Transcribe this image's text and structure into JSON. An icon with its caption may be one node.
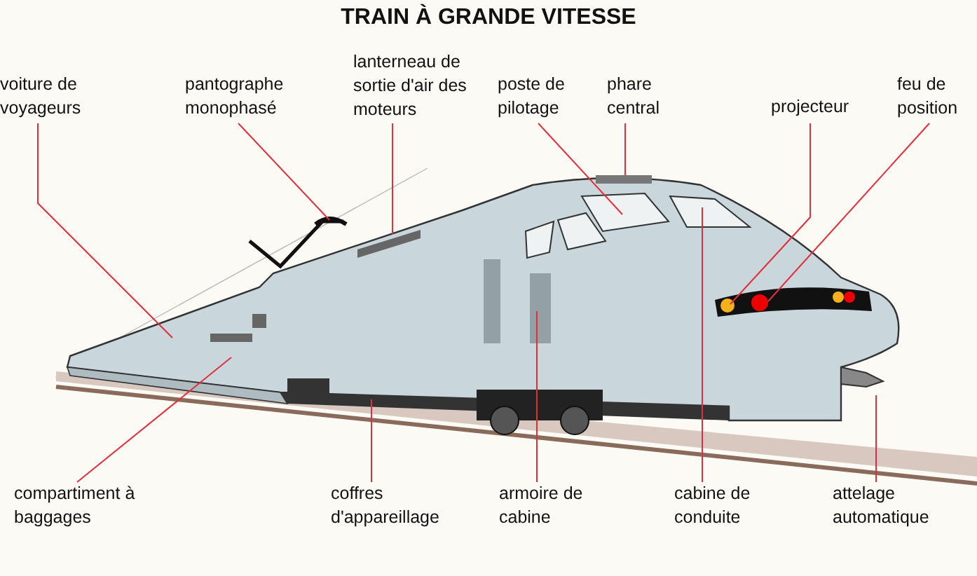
{
  "diagram": {
    "title": "TRAIN À GRANDE VITESSE",
    "nodes": [
      {
        "text": [
          "voiture de voyageurs"
        ]
      },
      {
        "text": [
          "pantographe monophasé"
        ]
      },
      {
        "text": [
          "lanterneau de sortie d'air des moteurs"
        ]
      },
      {
        "text": [
          "poste de pilotage"
        ]
      },
      {
        "text": [
          "phare central"
        ]
      },
      {
        "text": [
          "projecteur"
        ]
      },
      {
        "text": [
          "feu de position"
        ]
      },
      {
        "text": [
          "compartiment à baggages"
        ]
      },
      {
        "text": [
          "coffres d'appareillage"
        ]
      },
      {
        "text": [
          "armoire de cabine"
        ]
      },
      {
        "text": [
          "cabine de conduite"
        ]
      },
      {
        "text": [
          "attelage automatique"
        ]
      }
    ],
    "edges": [
      {
        "from": 0,
        "to": null,
        "arrow": "none"
      },
      {
        "from": 1,
        "to": null,
        "arrow": "none"
      },
      {
        "from": 2,
        "to": null,
        "arrow": "none"
      },
      {
        "from": 3,
        "to": null,
        "arrow": "none"
      },
      {
        "from": 4,
        "to": null,
        "arrow": "none"
      },
      {
        "from": 5,
        "to": null,
        "arrow": "none"
      },
      {
        "from": 6,
        "to": null,
        "arrow": "none"
      },
      {
        "from": 7,
        "to": null,
        "arrow": "none"
      },
      {
        "from": 8,
        "to": null,
        "arrow": "none"
      },
      {
        "from": 9,
        "to": null,
        "arrow": "none"
      },
      {
        "from": 10,
        "to": null,
        "arrow": "none"
      },
      {
        "from": 11,
        "to": null,
        "arrow": "none"
      }
    ]
  }
}
